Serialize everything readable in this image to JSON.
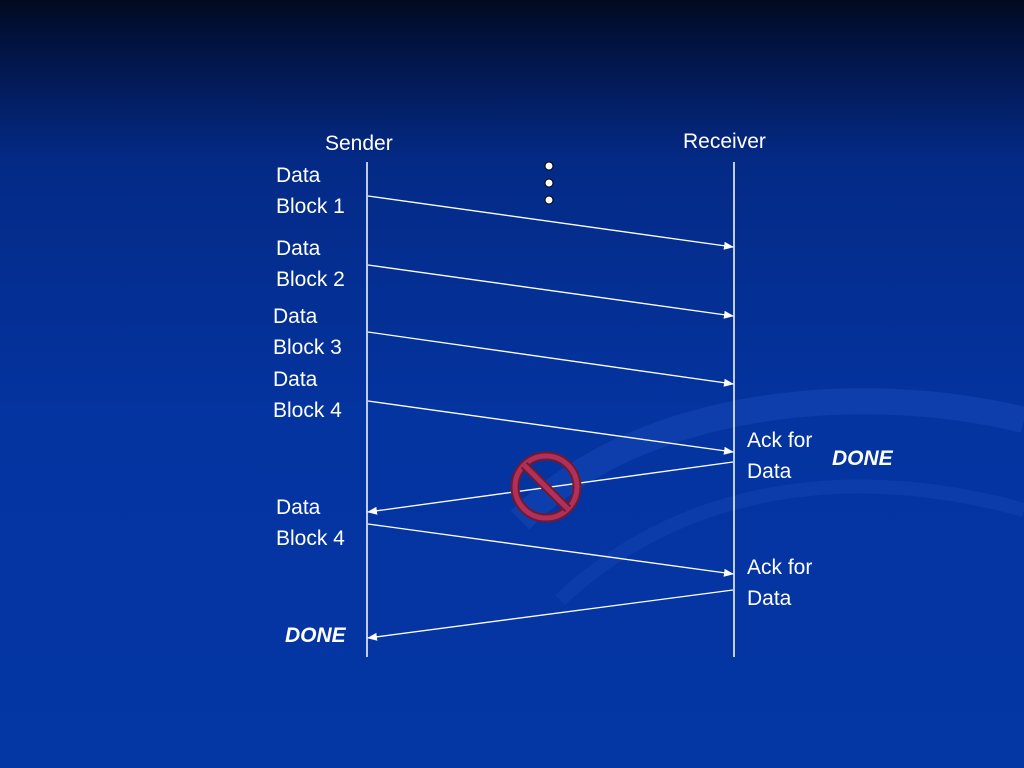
{
  "colors": {
    "background": "#0434a0",
    "line": "#ffffff",
    "no_symbol": "#8c1f3c"
  },
  "diagram": {
    "sender_label": "Sender",
    "receiver_label": "Receiver",
    "ellipsis_icon": "vertical-ellipsis-icon",
    "sender_notes": [
      {
        "line1": "Data",
        "line2": "Block 1"
      },
      {
        "line1": "Data",
        "line2": "Block 2"
      },
      {
        "line1": "Data",
        "line2": "Block 3"
      },
      {
        "line1": "Data",
        "line2": "Block 4"
      },
      {
        "line1": "Data",
        "line2": "Block 4"
      }
    ],
    "receiver_notes": [
      {
        "line1": "Ack for",
        "line2": "Data"
      },
      {
        "line1": "Ack for",
        "line2": "Data"
      }
    ],
    "receiver_done": "DONE",
    "sender_done": "DONE",
    "lost_icon": "no-entry-icon"
  }
}
